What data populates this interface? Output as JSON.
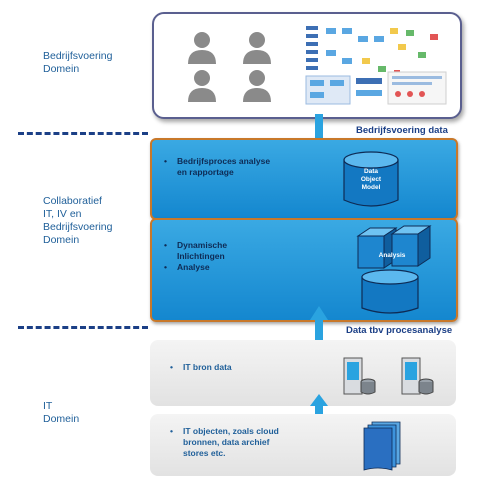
{
  "domains": {
    "business": "Bedrijfsvoering\nDomein",
    "collab": "Collaboratief\nIT, IV en\nBedrijfsvoering\nDomein",
    "it": "IT\nDomein"
  },
  "flows": {
    "top": "Bedrijfsvoering data",
    "middle": "Data tbv procesanalyse"
  },
  "box_reporting": {
    "items": [
      "Bedrijfsproces analyse en rapportage"
    ],
    "cylinder_label": "Data\nObject\nModel"
  },
  "box_analysis": {
    "items": [
      "Dynamische Inlichtingen",
      "Analyse"
    ],
    "cube_label": "Analysis"
  },
  "box_it_source": {
    "items": [
      "IT bron data"
    ]
  },
  "box_it_objects": {
    "items": [
      "IT objecten, zoals cloud bronnen, data archief stores etc."
    ]
  },
  "colors": {
    "dash": "#1b3f86",
    "blue_box": "#1a91d8",
    "orange_border": "#c8782a",
    "arrow": "#2aa3e0"
  }
}
